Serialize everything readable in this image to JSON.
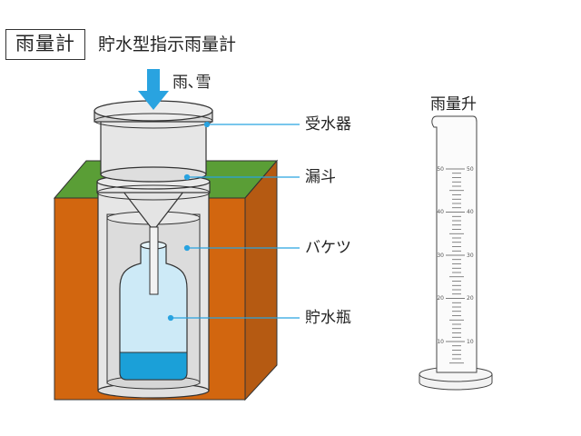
{
  "header": {
    "title": "雨量計",
    "subtitle": "貯水型指示雨量計"
  },
  "labels": {
    "input": "雨､雪",
    "receiver": "受水器",
    "funnel": "漏斗",
    "bucket": "バケツ",
    "bottle": "貯水瓶",
    "cylinder_title": "雨量升"
  },
  "cylinder": {
    "scale_labels": [
      "50",
      "40",
      "30",
      "20",
      "10"
    ]
  },
  "colors": {
    "ground": "#d2660f",
    "ground_side": "#b55a12",
    "grass": "#5a9e36",
    "water": "#1ba0d8",
    "bottle_fill": "#cdeaf7",
    "glass": "#e6e6e6",
    "glass_dark": "#cfcfcf",
    "arrow": "#29a3e0",
    "leader": "#29a3e0"
  }
}
